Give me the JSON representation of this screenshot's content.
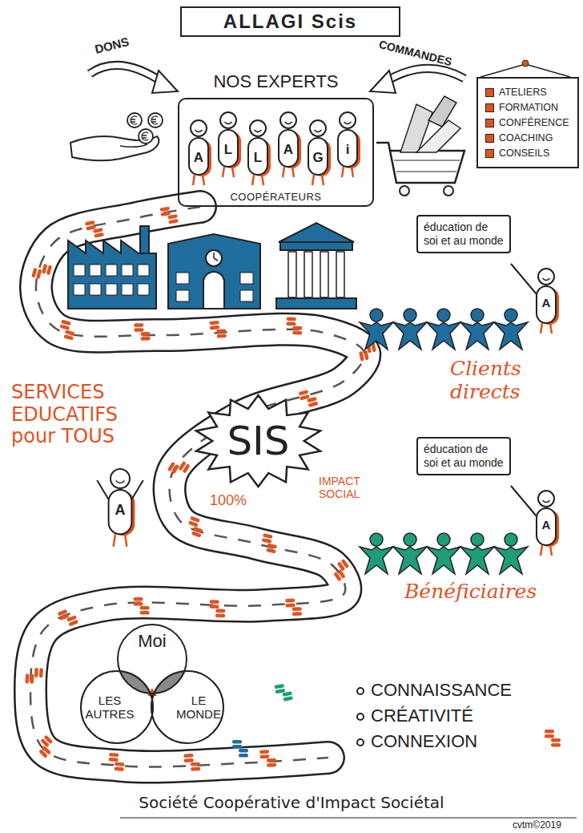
{
  "diagram": {
    "title": "ALLAGI Scis",
    "caption": "Société Coopérative d'Impact Sociétal",
    "nodes": [
      {
        "text": [
          "NOS EXPERTS",
          "COOPÉRATEURS"
        ]
      },
      {
        "text": [
          "ATELIERS",
          "FORMATION",
          "CONFÉRENCE",
          "COACHING",
          "CONSEILS"
        ]
      },
      {
        "text": [
          "éducation de soi et au monde"
        ]
      },
      {
        "text": [
          "SIS"
        ]
      },
      {
        "text": [
          "éducation de soi et au monde"
        ]
      },
      {
        "text": [
          "Moi"
        ]
      },
      {
        "text": [
          "LES AUTRES"
        ]
      },
      {
        "text": [
          "LE MONDE"
        ]
      }
    ],
    "labels": [
      "DONS",
      "COMMANDES",
      "A",
      "L",
      "L",
      "A",
      "G",
      "i",
      "A",
      "Clients directs",
      "SERVICES EDUCATIFS pour TOUS",
      "A",
      "100%",
      "IMPACT SOCIAL",
      "A",
      "Bénéficiaires",
      "CONNAISSANCE",
      "CRÉATIVITÉ",
      "CONNEXION",
      "cvtm©2019"
    ]
  }
}
